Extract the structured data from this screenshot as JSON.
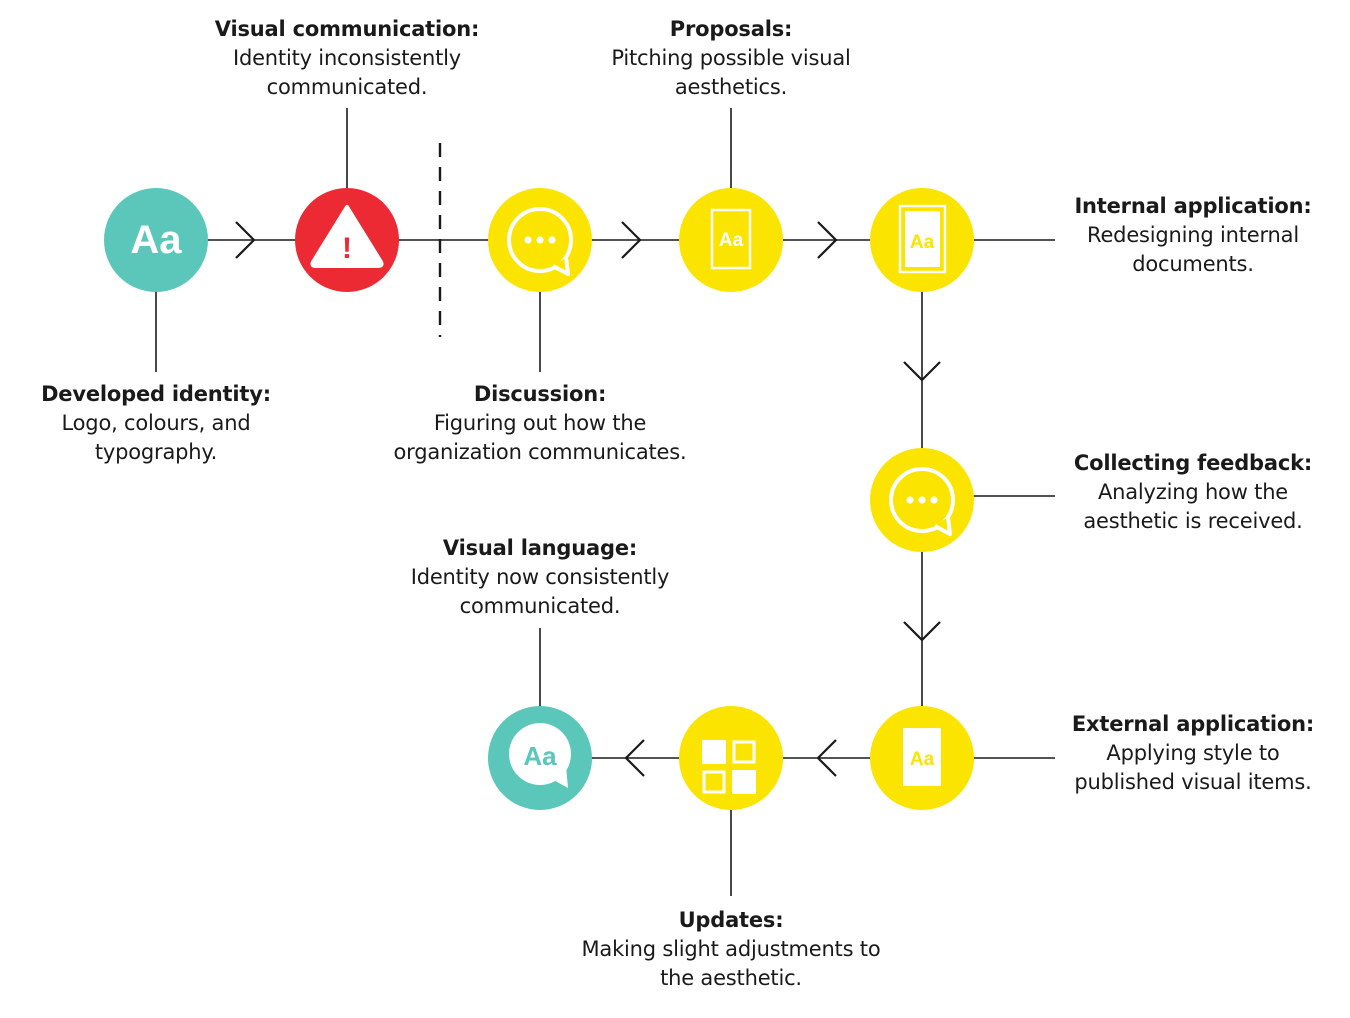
{
  "colors": {
    "teal": "#5bc7bb",
    "red": "#ec2a33",
    "yellow": "#fbe400",
    "line": "#1a1a1a"
  },
  "stages": {
    "developed_identity": {
      "icon": "aa-icon",
      "title": "Developed identity:",
      "line1": "Logo, colours, and",
      "line2": "typography."
    },
    "visual_communication": {
      "icon": "warning-icon",
      "title": "Visual communication:",
      "line1": "Identity inconsistently",
      "line2": "communicated."
    },
    "discussion": {
      "icon": "speech-bubble-icon",
      "title": "Discussion:",
      "line1": "Figuring out how the",
      "line2": "organization communicates."
    },
    "proposals": {
      "icon": "document-aa-icon",
      "title": "Proposals:",
      "line1": "Pitching possible visual",
      "line2": "aesthetics."
    },
    "internal_application": {
      "icon": "framed-document-aa-icon",
      "title": "Internal application:",
      "line1": "Redesigning internal",
      "line2": "documents."
    },
    "collecting_feedback": {
      "icon": "speech-bubble-icon",
      "title": "Collecting feedback:",
      "line1": "Analyzing how the",
      "line2": "aesthetic is received."
    },
    "external_application": {
      "icon": "document-aa-icon",
      "title": "External application:",
      "line1": "Applying style to",
      "line2": "published visual items."
    },
    "updates": {
      "icon": "grid-icon",
      "title": "Updates:",
      "line1": "Making slight adjustments to",
      "line2": "the aesthetic."
    },
    "visual_language": {
      "icon": "speech-bubble-aa-icon",
      "title": "Visual language:",
      "line1": "Identity now consistently",
      "line2": "communicated."
    }
  },
  "icon_text": {
    "aa": "Aa",
    "warning": "!"
  }
}
